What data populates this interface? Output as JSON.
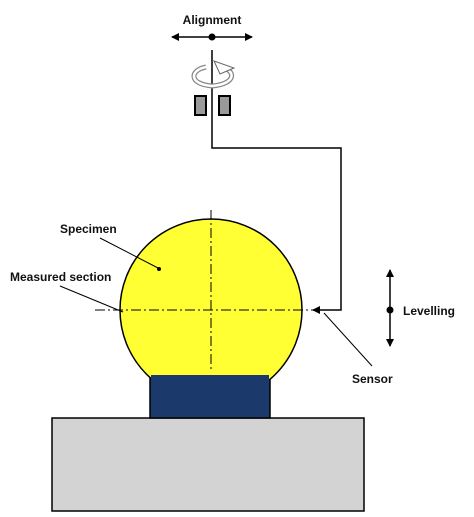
{
  "labels": {
    "alignment": "Alignment",
    "specimen": "Specimen",
    "measured_section": "Measured section",
    "levelling": "Levelling",
    "sensor": "Sensor"
  },
  "colors": {
    "specimen_fill": "#ffff33",
    "holder_fill": "#1b3a6b",
    "base_fill": "#d3d3d3",
    "stroke": "#000000",
    "sensor_block_fill": "#9a9a9a"
  },
  "icons": {
    "rotation": "circular-arrow-icon",
    "alignment": "double-headed-horizontal-arrow-icon",
    "levelling": "double-headed-vertical-arrow-icon"
  }
}
